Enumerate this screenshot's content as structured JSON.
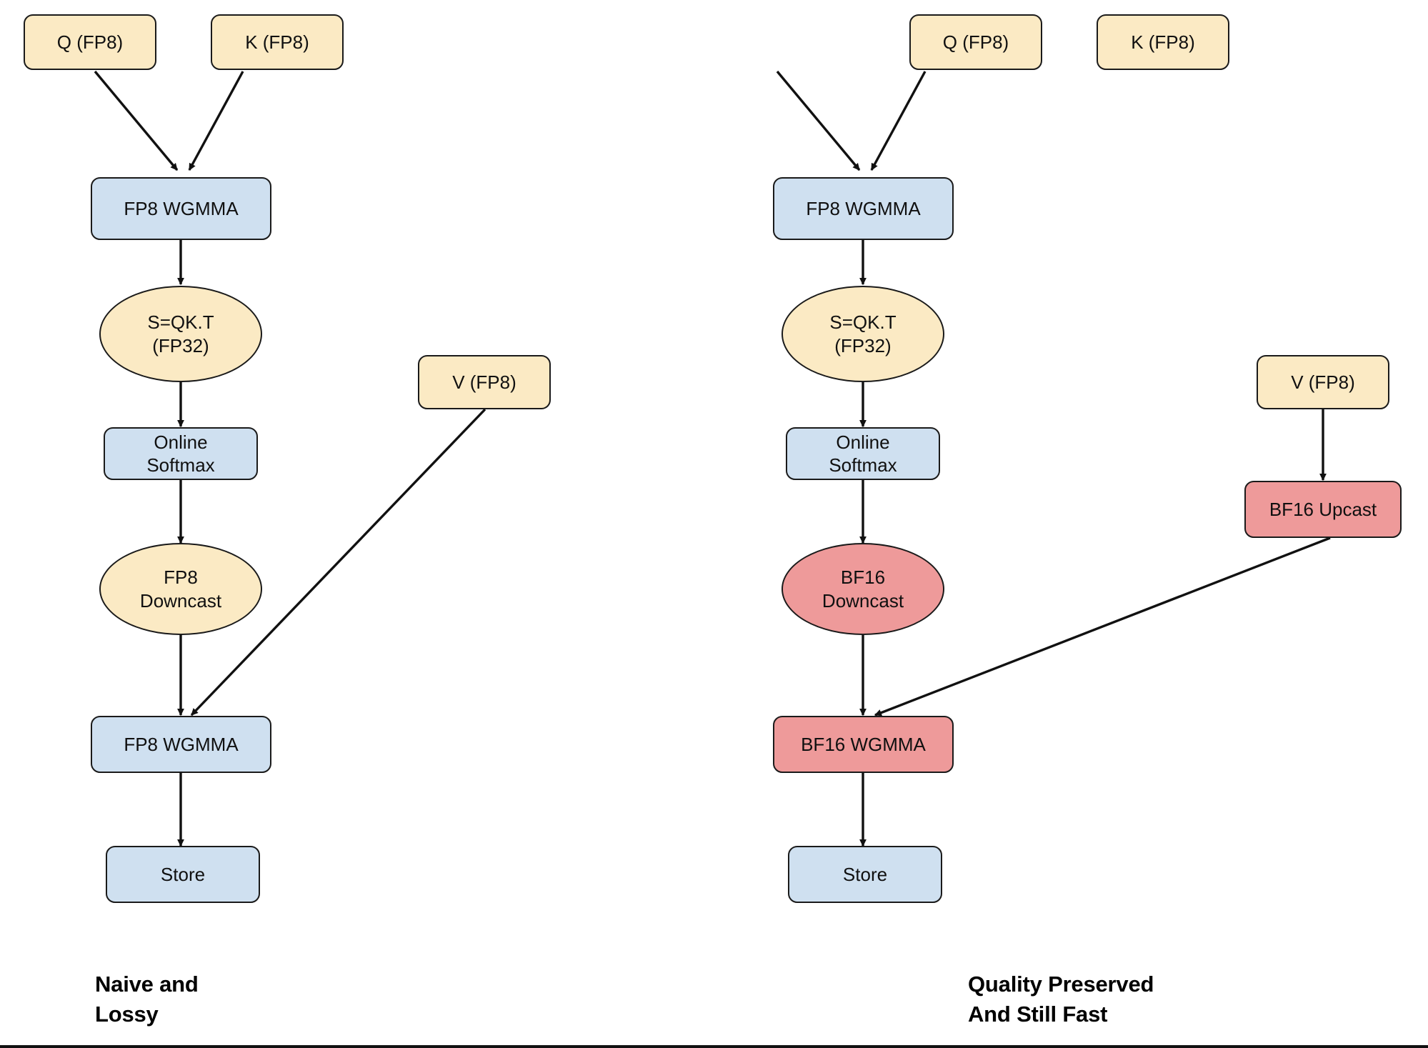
{
  "diagram": {
    "title_left": "Naive and\nLossy",
    "title_right": "Quality Preserved\nAnd Still Fast",
    "colors": {
      "yellow": "#fbeac4",
      "blue": "#cfe0f0",
      "pink": "#ee9a9a",
      "stroke": "#1a1a1a",
      "background": "#ffffff"
    },
    "left_flow": {
      "q": "Q (FP8)",
      "k": "K (FP8)",
      "wgmma1": "FP8 WGMMA",
      "s_qkt": "S=QK.T\n(FP32)",
      "softmax": "Online\nSoftmax",
      "downcast": "FP8\nDowncast",
      "v": "V (FP8)",
      "wgmma2": "FP8 WGMMA",
      "store": "Store"
    },
    "right_flow": {
      "q": "Q (FP8)",
      "k": "K (FP8)",
      "wgmma1": "FP8 WGMMA",
      "s_qkt": "S=QK.T\n(FP32)",
      "softmax": "Online\nSoftmax",
      "downcast": "BF16\nDowncast",
      "v": "V (FP8)",
      "upcast": "BF16 Upcast",
      "wgmma2": "BF16 WGMMA",
      "store": "Store"
    }
  }
}
